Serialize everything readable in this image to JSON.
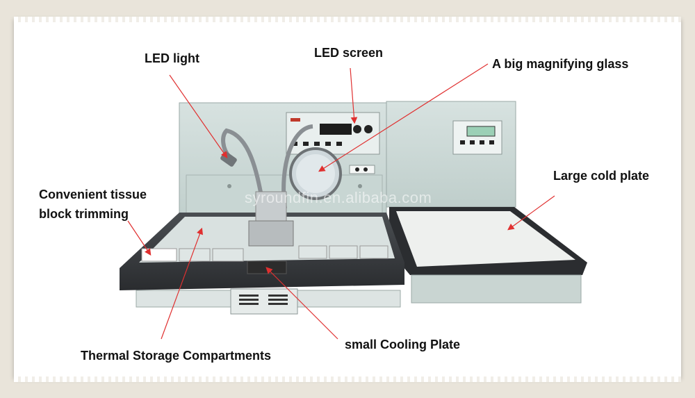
{
  "labels": {
    "led_light": "LED light",
    "led_screen": "LED screen",
    "magnifying_glass": "A big magnifying glass",
    "tissue_trimming_line1": "Convenient  tissue",
    "tissue_trimming_line2": "block    trimming",
    "large_cold_plate": "Large cold plate",
    "thermal_storage": "Thermal Storage Compartments",
    "small_cooling_plate": "small Cooling Plate"
  },
  "watermark": "syroundfin.en.alibaba.com",
  "colors": {
    "arrow": "#e03030",
    "cabinet": "#cfdcda",
    "tray": "#3a3d40",
    "plate": "#eef0ee"
  }
}
